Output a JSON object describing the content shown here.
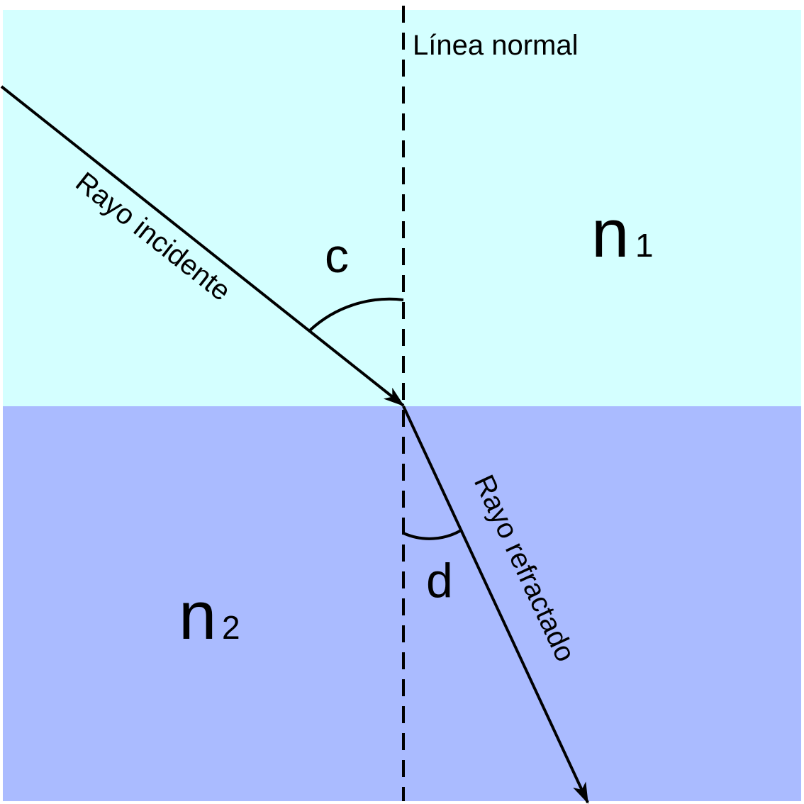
{
  "labels": {
    "normal_line": "Línea normal",
    "incident_ray": "Rayo incidente",
    "refracted_ray": "Rayo refractado",
    "angle_incidence": "c",
    "angle_refraction": "d",
    "medium1_symbol": "n",
    "medium1_index": "1",
    "medium2_symbol": "n",
    "medium2_index": "2"
  },
  "colors": {
    "medium1_fill": "#d4ffff",
    "medium2_fill": "#aabbff",
    "lines": "#000000"
  }
}
